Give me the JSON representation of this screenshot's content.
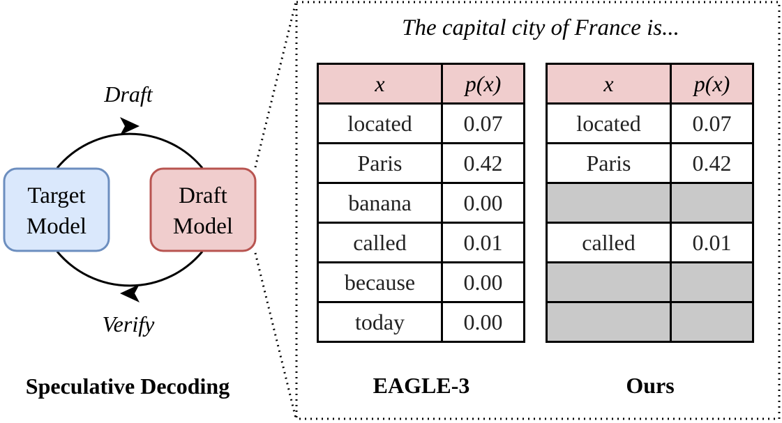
{
  "left_panel": {
    "title": "Speculative Decoding",
    "target_model": {
      "line1": "Target",
      "line2": "Model",
      "fill": "#dae8fc",
      "stroke": "#6c8ebf"
    },
    "draft_model": {
      "line1": "Draft",
      "line2": "Model",
      "fill": "#f0cdcd",
      "stroke": "#b85450"
    },
    "top_arrow_label": "Draft",
    "bottom_arrow_label": "Verify"
  },
  "right_panel": {
    "prompt": "The capital city of France is...",
    "header_fill": "#f0cdcd",
    "masked_fill": "#c9c9c9",
    "tables": [
      {
        "caption": "EAGLE-3",
        "headers": [
          "x",
          "p(x)"
        ],
        "rows": [
          {
            "token": "located",
            "prob": "0.07",
            "masked": false
          },
          {
            "token": "Paris",
            "prob": "0.42",
            "masked": false
          },
          {
            "token": "banana",
            "prob": "0.00",
            "masked": false
          },
          {
            "token": "called",
            "prob": "0.01",
            "masked": false
          },
          {
            "token": "because",
            "prob": "0.00",
            "masked": false
          },
          {
            "token": "today",
            "prob": "0.00",
            "masked": false
          }
        ]
      },
      {
        "caption": "Ours",
        "headers": [
          "x",
          "p(x)"
        ],
        "rows": [
          {
            "token": "located",
            "prob": "0.07",
            "masked": false
          },
          {
            "token": "Paris",
            "prob": "0.42",
            "masked": false
          },
          {
            "token": "",
            "prob": "",
            "masked": true
          },
          {
            "token": "called",
            "prob": "0.01",
            "masked": false
          },
          {
            "token": "",
            "prob": "",
            "masked": true
          },
          {
            "token": "",
            "prob": "",
            "masked": true
          }
        ]
      }
    ]
  }
}
